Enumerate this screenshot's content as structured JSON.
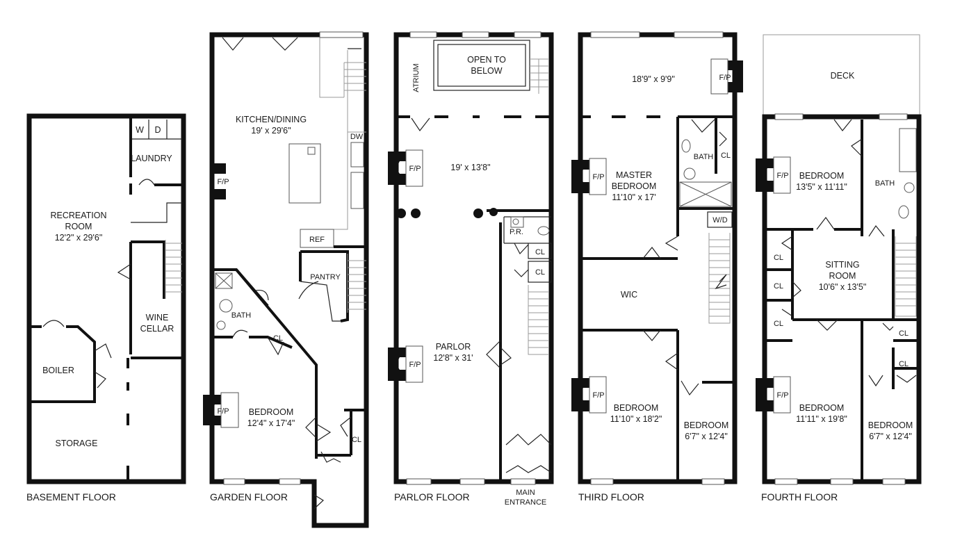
{
  "floors": {
    "basement": {
      "label": "BASEMENT FLOOR",
      "rooms": {
        "washer": "W",
        "dryer": "D",
        "laundry": "LAUNDRY",
        "recreation_name_1": "RECREATION",
        "recreation_name_2": "ROOM",
        "recreation_dims": "12'2\" x 29'6\"",
        "wine_1": "WINE",
        "wine_2": "CELLAR",
        "boiler": "BOILER",
        "storage": "STORAGE"
      }
    },
    "garden": {
      "label": "GARDEN FLOOR",
      "rooms": {
        "kitchen_name": "KITCHEN/DINING",
        "kitchen_dims": "19' x 29'6\"",
        "dw": "DW",
        "fp": "F/P",
        "ref": "REF",
        "pantry": "PANTRY",
        "bath": "BATH",
        "cl_1": "CL",
        "bedroom_name": "BEDROOM",
        "bedroom_dims": "12'4\" x 17'4\"",
        "bedroom_fp": "F/P",
        "cl_2": "CL"
      }
    },
    "parlor": {
      "label": "PARLOR FLOOR",
      "rooms": {
        "atrium": "ATRIUM",
        "open_1": "OPEN TO",
        "open_2": "BELOW",
        "front_dims": "19' x 13'8\"",
        "fp_1": "F/P",
        "pr": "P.R.",
        "cl_1": "CL",
        "cl_2": "CL",
        "parlor_name": "PARLOR",
        "parlor_dims": "12'8\" x 31'",
        "fp_2": "F/P",
        "entrance_1": "MAIN",
        "entrance_2": "ENTRANCE"
      }
    },
    "third": {
      "label": "THIRD FLOOR",
      "rooms": {
        "top_dims": "18'9\" x 9'9\"",
        "fp_top": "F/P",
        "bath": "BATH",
        "cl": "CL",
        "master_1": "MASTER",
        "master_2": "BEDROOM",
        "master_dims": "11'10\" x 17'",
        "fp_master": "F/P",
        "wd": "W/D",
        "wic": "WIC",
        "bedroom_name": "BEDROOM",
        "bedroom_dims": "11'10\" x 18'2\"",
        "fp_bed": "F/P",
        "bedroom2_name": "BEDROOM",
        "bedroom2_dims": "6'7\" x 12'4\""
      }
    },
    "fourth": {
      "label": "FOURTH FLOOR",
      "rooms": {
        "deck": "DECK",
        "bedroom_name": "BEDROOM",
        "bedroom_dims": "13'5\" x 11'11\"",
        "fp_1": "F/P",
        "bath": "BATH",
        "cl_1": "CL",
        "cl_2": "CL",
        "cl_3": "CL",
        "sitting_1": "SITTING",
        "sitting_2": "ROOM",
        "sitting_dims": "10'6\" x 13'5\"",
        "cl_4": "CL",
        "cl_5": "CL",
        "bedroom2_name": "BEDROOM",
        "bedroom2_dims": "11'11\" x 19'8\"",
        "fp_2": "F/P",
        "bedroom3_name": "BEDROOM",
        "bedroom3_dims": "6'7\" x 12'4\""
      }
    }
  }
}
